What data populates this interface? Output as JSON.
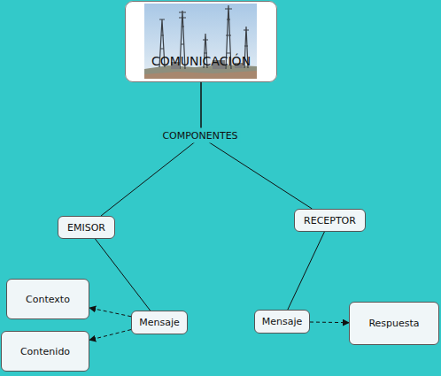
{
  "diagram": {
    "nodes": [
      {
        "text": [
          "COMUNICACIÓN"
        ]
      },
      {
        "text": [
          "EMISOR"
        ]
      },
      {
        "text": [
          "RECEPTOR"
        ]
      },
      {
        "text": [
          "Contexto"
        ]
      },
      {
        "text": [
          "Mensaje"
        ]
      },
      {
        "text": [
          "Contenido"
        ]
      },
      {
        "text": [
          "Mensaje"
        ]
      },
      {
        "text": [
          "Respuesta"
        ]
      }
    ],
    "edges": [
      {
        "from": 0,
        "to": 1,
        "arrow": "none"
      },
      {
        "from": 0,
        "to": 2,
        "arrow": "none"
      },
      {
        "from": 1,
        "to": 4,
        "arrow": "none"
      },
      {
        "from": 4,
        "to": 3,
        "arrow": "to"
      },
      {
        "from": 4,
        "to": 5,
        "arrow": "to"
      },
      {
        "from": 2,
        "to": 6,
        "arrow": "none"
      },
      {
        "from": 6,
        "to": 7,
        "arrow": "to"
      }
    ],
    "labels": [
      "COMPONENTES"
    ]
  }
}
